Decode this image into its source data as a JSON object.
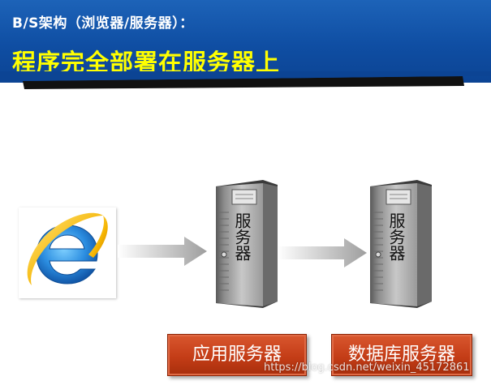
{
  "header": {
    "subtitle": "B/S架构（浏览器/服务器）：",
    "title": "程序完全部署在服务器上"
  },
  "diagram": {
    "nodes": [
      {
        "id": "browser",
        "icon": "internet-explorer-icon"
      },
      {
        "id": "app-server",
        "label": "服务器",
        "role": "应用服务器"
      },
      {
        "id": "db-server",
        "label": "服务器",
        "role": "数据库服务器"
      }
    ],
    "edges": [
      {
        "from": "browser",
        "to": "app-server"
      },
      {
        "from": "app-server",
        "to": "db-server"
      }
    ]
  },
  "labels": {
    "server1": "服务器",
    "server2": "服务器",
    "role1": "应用服务器",
    "role2": "数据库服务器"
  },
  "watermark": "https://blog.csdn.net/weixin_45172861",
  "colors": {
    "header_bg": "#0f4ea3",
    "header_title": "#ffff00",
    "role_box": "#c43d17"
  }
}
